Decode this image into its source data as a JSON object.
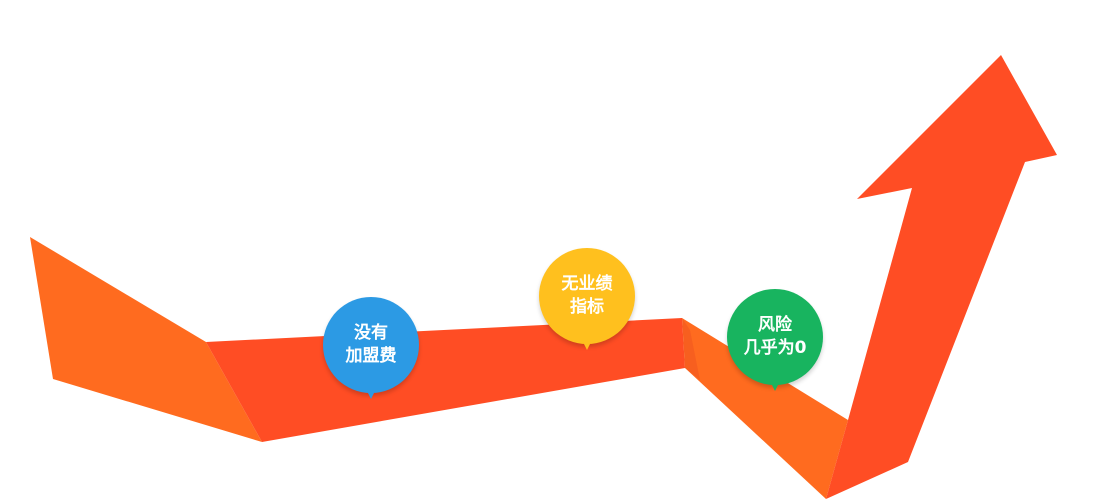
{
  "colors": {
    "ribbon_dark": "#FF4D24",
    "ribbon_light": "#FF6B1F",
    "pin_blue": "#2C9AE4",
    "pin_yellow": "#FFC01E",
    "pin_green": "#18B45F"
  },
  "features": [
    {
      "line1": "没有",
      "line2": "加盟费",
      "color": "#2C9AE4"
    },
    {
      "line1": "无业绩",
      "line2": "指标",
      "color": "#FFC01E"
    },
    {
      "line1": "风险",
      "line2": "几乎为0",
      "color": "#18B45F"
    }
  ]
}
